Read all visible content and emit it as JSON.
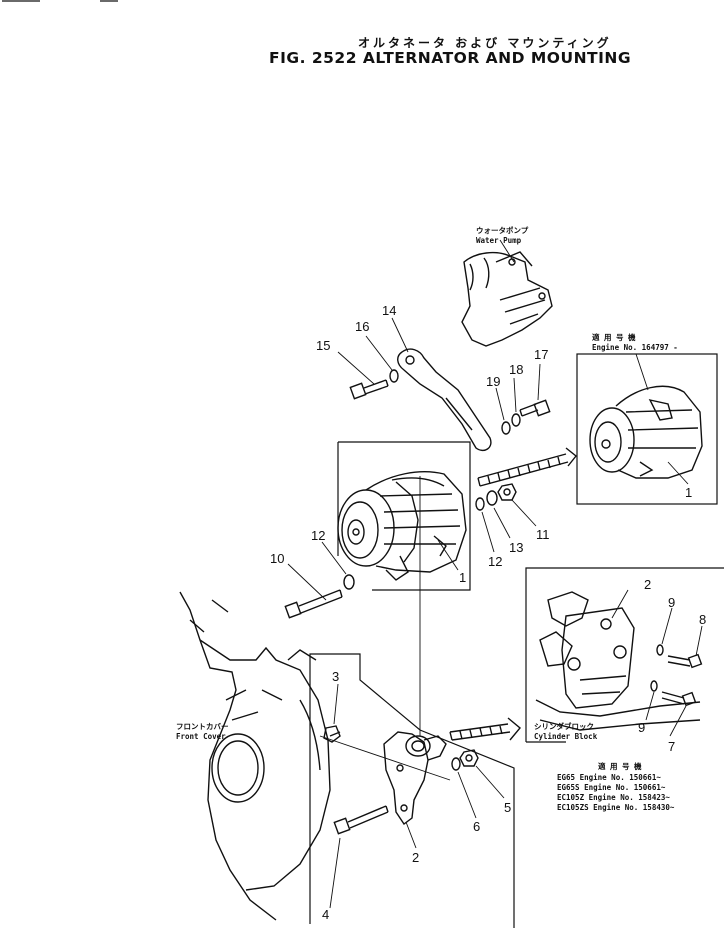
{
  "header": {
    "title_jp": "オルタネータ および マウンティング",
    "title_en": "FIG. 2522 ALTERNATOR AND MOUNTING"
  },
  "labels": {
    "water_pump_jp": "ウォータポンプ",
    "water_pump_en": "Water Pump",
    "front_cover_jp": "フロントカバー",
    "front_cover_en": "Front Cover",
    "cylinder_block_jp": "シリンダブロック",
    "cylinder_block_en": "Cylinder Block",
    "inset_top_jp": "適 用 号 機",
    "inset_top_en": "Engine No. 164797 -",
    "inset_bottom_jp": "適 用 号 機",
    "engine_rows": [
      "EG65    Engine  No.  150661~",
      "EG65S   Engine  No.  150661~",
      "EC105Z   Engine No.  158423~",
      "EC105ZS Engine No.  158430~"
    ]
  },
  "callouts": {
    "n1a": "1",
    "n1b": "1",
    "n2a": "2",
    "n2b": "2",
    "n3": "3",
    "n4": "4",
    "n5": "5",
    "n6": "6",
    "n7": "7",
    "n8": "8",
    "n9a": "9",
    "n9b": "9",
    "n10": "10",
    "n11": "11",
    "n12a": "12",
    "n12b": "12",
    "n13": "13",
    "n14": "14",
    "n15": "15",
    "n16": "16",
    "n17": "17",
    "n18": "18",
    "n19": "19"
  }
}
